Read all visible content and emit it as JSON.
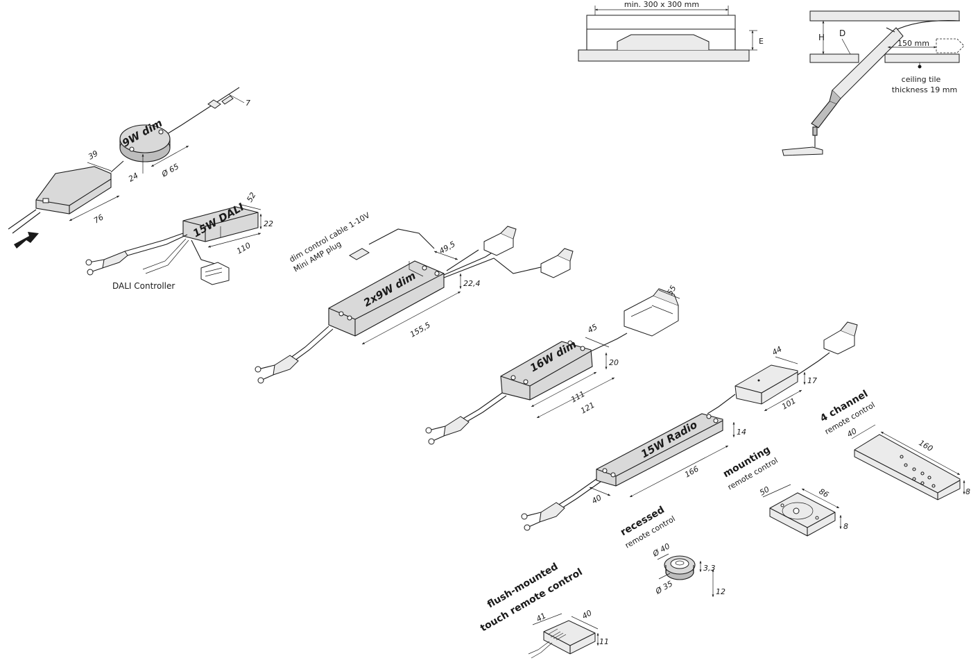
{
  "installation": {
    "cutout_label": "min. 300 x 300 mm",
    "cutout_dim_e": "E",
    "height_h": "H",
    "distance_d": "D",
    "offset_label": "150 mm",
    "ceiling_tile_line1": "ceiling tile",
    "ceiling_tile_line2": "thickness 19 mm"
  },
  "driver_9w": {
    "name": "9W dim",
    "dims": {
      "plug": "7",
      "width": "39",
      "length": "76",
      "height": "24",
      "diameter": "Ø 65"
    }
  },
  "driver_15w_dali": {
    "name": "15W DALI",
    "caption": "DALI Controller",
    "dims": {
      "width": "52",
      "height": "22",
      "length": "110"
    }
  },
  "driver_2x9w": {
    "name": "2x9W dim",
    "note_line1": "dim control cable 1-10V",
    "note_line2": "Mini AMP plug",
    "dims": {
      "width": "49,5",
      "height": "22,4",
      "length": "155,5"
    }
  },
  "driver_16w": {
    "name": "16W dim",
    "dims": {
      "distributor": "55",
      "width": "45",
      "height": "20",
      "length_inner": "111",
      "length_outer": "121"
    }
  },
  "driver_15w_radio": {
    "name": "15W Radio",
    "dims": {
      "receiver_width": "44",
      "receiver_height": "17",
      "receiver_length": "101",
      "height": "14",
      "length": "166",
      "width": "40"
    }
  },
  "remote_4ch": {
    "title": "4 channel",
    "subtitle": "remote control",
    "dims": {
      "width": "40",
      "length": "160",
      "height": "8"
    }
  },
  "remote_mounting": {
    "title": "mounting",
    "subtitle": "remote control",
    "dims": {
      "width": "50",
      "length": "86",
      "height": "8"
    }
  },
  "remote_recessed": {
    "title": "recessed",
    "subtitle": "remote control",
    "dims": {
      "outer": "Ø 40",
      "inner": "Ø 35",
      "flange": "3,3",
      "depth": "12"
    }
  },
  "remote_touch": {
    "title_line1": "flush-mounted",
    "title_line2": "touch remote control",
    "dims": {
      "width": "41",
      "depth": "40",
      "height": "11"
    }
  },
  "colors": {
    "housing": "#d9d9d9",
    "line": "#1a1a1a"
  }
}
